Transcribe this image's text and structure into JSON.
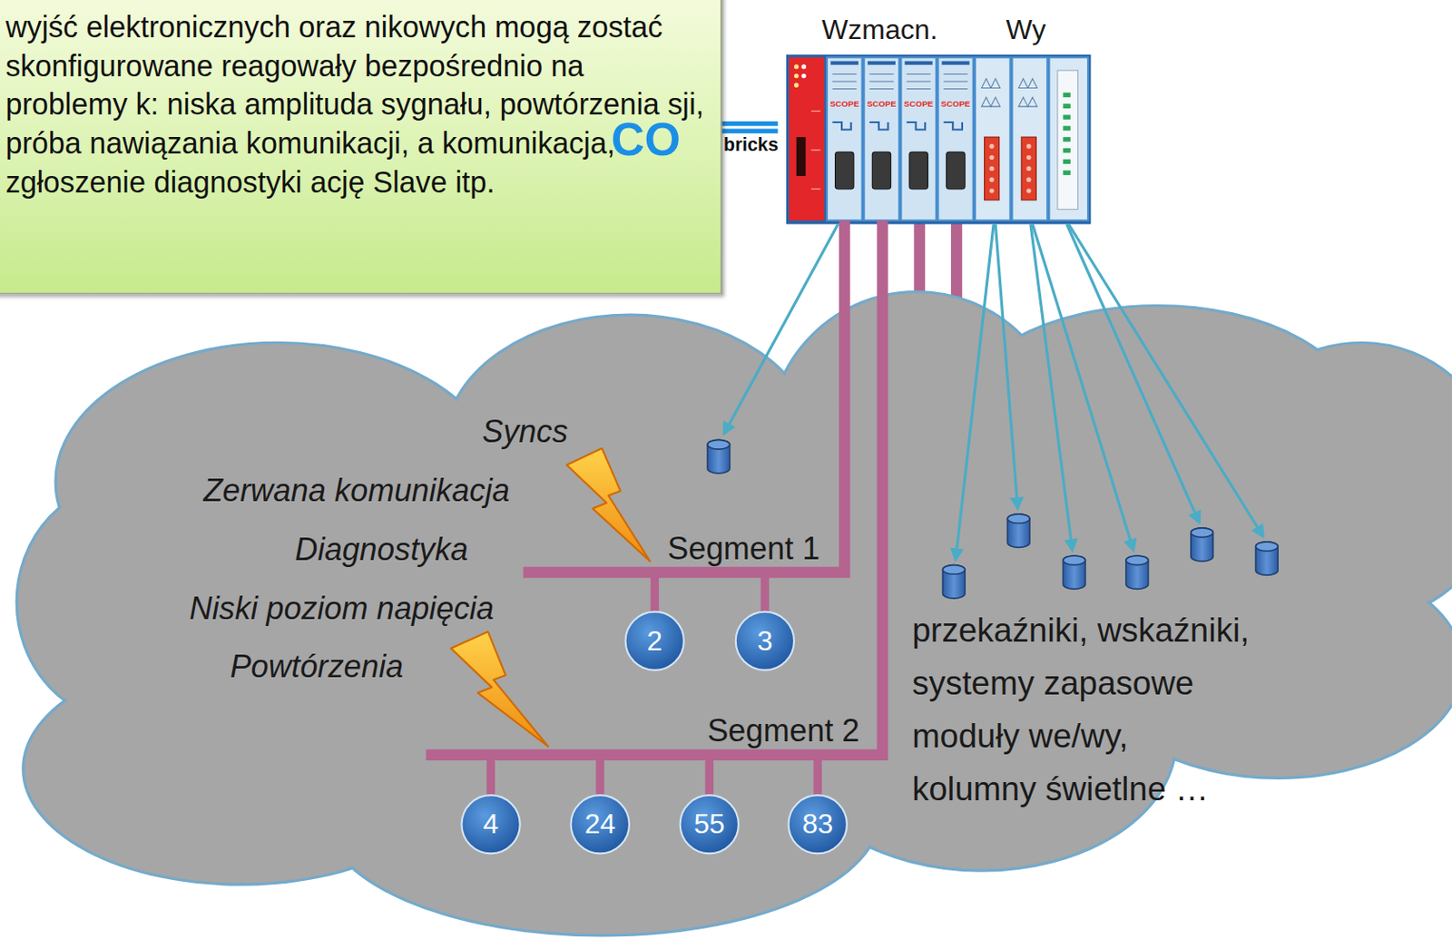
{
  "diagram": {
    "nodes": [
      {
        "text": [
          "wyjść elektronicznych oraz nikowych mogą zostać skonfigurowane reagowały bezpośrednio na problemy k: niska amplituda sygnału, powtórzenia sji, próba nawiązania komunikacji, a komunikacja, zgłoszenie diagnostyki ację Slave itp."
        ]
      },
      {
        "text": [
          "2"
        ]
      },
      {
        "text": [
          "3"
        ]
      },
      {
        "text": [
          "4"
        ]
      },
      {
        "text": [
          "24"
        ]
      },
      {
        "text": [
          "55"
        ]
      },
      {
        "text": [
          "83"
        ]
      }
    ],
    "labels": [
      "Wzmacn.",
      "Wy",
      "CO",
      "bricks",
      "SCOPE",
      "SCOPE",
      "SCOPE",
      "SCOPE",
      "Syncs",
      "Zerwana komunikacja",
      "Diagnostyka",
      "Niski poziom napięcia",
      "Powtórzenia",
      "Segment 1",
      "Segment 2",
      "przekaźniki, wskaźniki, systemy zapasowe moduły we/wy, kolumny świetlne …"
    ]
  }
}
